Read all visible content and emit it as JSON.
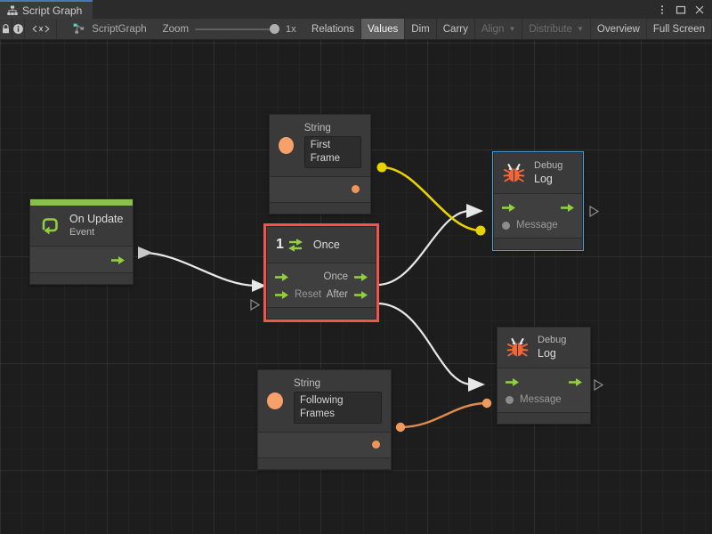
{
  "window": {
    "tab": {
      "label": "Script Graph",
      "icon": "graph-hierarchy-icon"
    },
    "controls": {
      "menu": "kebab-menu-icon",
      "maximize": "maximize-icon",
      "close": "close-icon"
    }
  },
  "toolbar": {
    "lock_icon": "lock-icon",
    "info_icon": "info-icon",
    "code_icon": "angle-brackets-icon",
    "graph_icon": "script-graph-icon",
    "graph_name": "ScriptGraph",
    "zoom_label": "Zoom",
    "zoom_value": "1x",
    "zoom_percent": 100,
    "buttons": [
      {
        "label": "Relations",
        "state": "normal"
      },
      {
        "label": "Values",
        "state": "active"
      },
      {
        "label": "Dim",
        "state": "normal"
      },
      {
        "label": "Carry",
        "state": "normal"
      },
      {
        "label": "Align",
        "state": "disabled",
        "dropdown": true
      },
      {
        "label": "Distribute",
        "state": "disabled",
        "dropdown": true
      },
      {
        "label": "Overview",
        "state": "normal"
      },
      {
        "label": "Full Screen",
        "state": "normal"
      }
    ]
  },
  "graph": {
    "nodes": {
      "on_update": {
        "title": "On Update",
        "subtitle": "Event",
        "accent_color": "#88c24a",
        "icon": "on-update-loop-icon",
        "output_flow": "trigger-arrow"
      },
      "string_first_frame": {
        "title": "String",
        "value": "First Frame",
        "port_color": "#f0965a",
        "icon": "string-value-icon"
      },
      "string_following_frames": {
        "title": "String",
        "value": "Following Frames",
        "port_color": "#f0965a",
        "icon": "string-value-icon"
      },
      "once": {
        "title": "Once",
        "icon": "once-counter-icon",
        "badge": "1",
        "selection": "#f2544b",
        "inputs": [
          {
            "label": "",
            "kind": "flow"
          },
          {
            "label": "Reset",
            "kind": "flow"
          }
        ],
        "outputs": [
          {
            "label": "Once",
            "kind": "flow"
          },
          {
            "label": "After",
            "kind": "flow"
          }
        ]
      },
      "debug_log_1": {
        "title": "Debug",
        "subtitle": "Log",
        "icon": "bug-icon",
        "selection": "#4a9fd4",
        "input_value_label": "Message"
      },
      "debug_log_2": {
        "title": "Debug",
        "subtitle": "Log",
        "icon": "bug-icon",
        "selection": "none",
        "input_value_label": "Message"
      }
    },
    "wire_colors": {
      "flow": "#e8e8e8",
      "value_selected": "#e8d200",
      "value": "#e08a4e"
    }
  }
}
